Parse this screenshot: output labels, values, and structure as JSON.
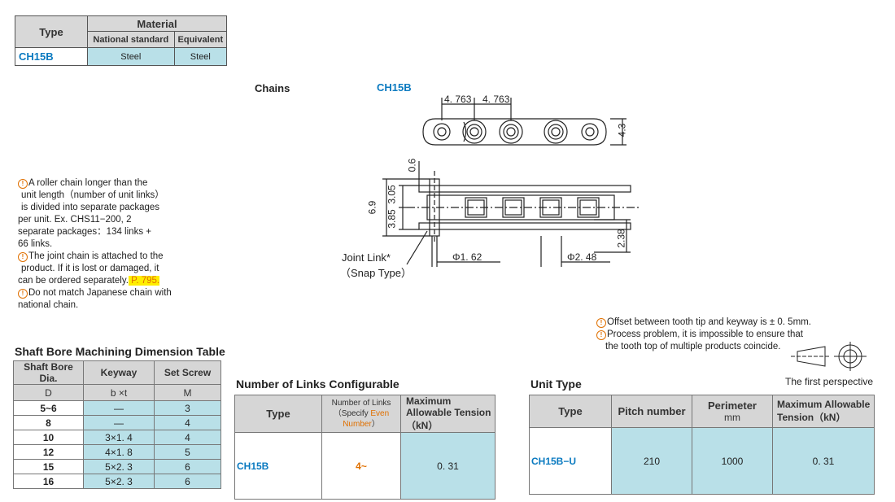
{
  "material_table": {
    "header_type": "Type",
    "header_material": "Material",
    "col_national": "National standard",
    "col_equivalent": "Equivalent",
    "row": {
      "type": "CH15B",
      "national": "Steel",
      "equivalent": "Steel"
    }
  },
  "drawing": {
    "label_chains": "Chains",
    "label_model": "CH15B",
    "dim_pitch_1": "4. 763",
    "dim_pitch_2": "4. 763",
    "dim_height": "4.3",
    "dim_06": "0.6",
    "dim_69": "6.9",
    "dim_305": "3.05",
    "dim_385": "3.85",
    "dim_238": "2.38",
    "dim_phi1": "Φ1. 62",
    "dim_phi2": "Φ2. 48",
    "joint_label_1": "Joint Link*",
    "joint_label_2": "（Snap Type）"
  },
  "notes": {
    "n1_lines": [
      "A roller chain longer than the",
      "unit length（number of unit links）",
      "is divided into separate packages",
      "per unit. Ex. CHS11−200,  2",
      "separate packages：134 links +",
      "66 links."
    ],
    "n2_lines": [
      "The joint chain is attached to the",
      "product.  If it is lost or damaged,  it"
    ],
    "n2_last": "can be ordered separately.",
    "n2_page": " P. 795. ",
    "n3_lines": [
      "Do not match Japanese chain with",
      "national chain."
    ]
  },
  "right_notes": {
    "line1": "Offset between tooth tip and keyway is ± 0. 5mm.",
    "line2": "Process problem,  it is impossible to ensure that",
    "line3": "the tooth top of multiple products coincide.",
    "perspective": "The first perspective"
  },
  "shaft_table": {
    "title": "Shaft Bore Machining Dimension Table",
    "h1a": "Shaft Bore Dia.",
    "h1b": "D",
    "h2a": "Keyway",
    "h2b": "b ×t",
    "h3a": "Set Screw",
    "h3b": "M",
    "rows": [
      {
        "d": "5~6",
        "kw": "—",
        "m": "3"
      },
      {
        "d": "8",
        "kw": "—",
        "m": "4"
      },
      {
        "d": "10",
        "kw": "3×1. 4",
        "m": "4"
      },
      {
        "d": "12",
        "kw": "4×1. 8",
        "m": "5"
      },
      {
        "d": "15",
        "kw": "5×2. 3",
        "m": "6"
      },
      {
        "d": "16",
        "kw": "5×2. 3",
        "m": "6"
      }
    ]
  },
  "links_table": {
    "title": "Number of Links Configurable",
    "h_type": "Type",
    "h_links_1": "Number of Links",
    "h_links_2a": "（Specify ",
    "h_links_2b": "Even Number",
    "h_links_2c": "）",
    "h_tension": "Maximum Allowable Tension（kN）",
    "row": {
      "type": "CH15B",
      "links": "4~",
      "tension": "0. 31"
    }
  },
  "unit_table": {
    "title": "Unit Type",
    "h_type": "Type",
    "h_pitch": "Pitch number",
    "h_perim_1": "Perimeter",
    "h_perim_2": "mm",
    "h_tension": "Maximum Allowable Tension（kN）",
    "row": {
      "type": "CH15B−U",
      "pitch": "210",
      "perimeter": "1000",
      "tension": "0. 31"
    }
  }
}
